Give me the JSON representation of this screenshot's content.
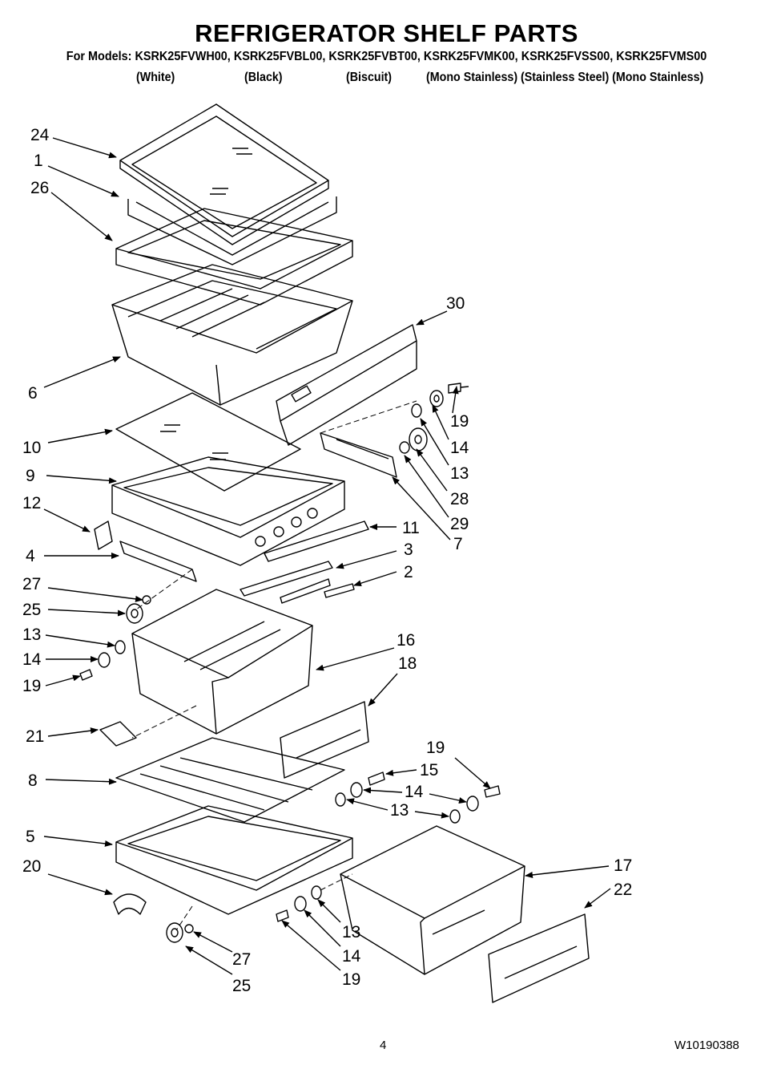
{
  "title": "REFRIGERATOR SHELF PARTS",
  "models_line": "For Models: KSRK25FVWH00, KSRK25FVBL00, KSRK25FVBT00, KSRK25FVMK00, KSRK25FVSS00, KSRK25FVMS00",
  "colors": [
    "(White)",
    "(Black)",
    "(Biscuit)",
    "(Mono Stainless) (Stainless Steel) (Mono Stainless)"
  ],
  "part_labels": [
    {
      "key": "p24",
      "text": "24"
    },
    {
      "key": "p1",
      "text": "1"
    },
    {
      "key": "p26",
      "text": "26"
    },
    {
      "key": "p30",
      "text": "30"
    },
    {
      "key": "p6",
      "text": "6"
    },
    {
      "key": "p19a",
      "text": "19"
    },
    {
      "key": "p14a",
      "text": "14"
    },
    {
      "key": "p13a",
      "text": "13"
    },
    {
      "key": "p28",
      "text": "28"
    },
    {
      "key": "p29",
      "text": "29"
    },
    {
      "key": "p7",
      "text": "7"
    },
    {
      "key": "p10",
      "text": "10"
    },
    {
      "key": "p9",
      "text": "9"
    },
    {
      "key": "p12",
      "text": "12"
    },
    {
      "key": "p11",
      "text": "11"
    },
    {
      "key": "p4",
      "text": "4"
    },
    {
      "key": "p3",
      "text": "3"
    },
    {
      "key": "p2",
      "text": "2"
    },
    {
      "key": "p27a",
      "text": "27"
    },
    {
      "key": "p25a",
      "text": "25"
    },
    {
      "key": "p13b",
      "text": "13"
    },
    {
      "key": "p14b",
      "text": "14"
    },
    {
      "key": "p19b",
      "text": "19"
    },
    {
      "key": "p16",
      "text": "16"
    },
    {
      "key": "p18",
      "text": "18"
    },
    {
      "key": "p21",
      "text": "21"
    },
    {
      "key": "p19c",
      "text": "19"
    },
    {
      "key": "p15",
      "text": "15"
    },
    {
      "key": "p8",
      "text": "8"
    },
    {
      "key": "p14c",
      "text": "14"
    },
    {
      "key": "p13c",
      "text": "13"
    },
    {
      "key": "p5",
      "text": "5"
    },
    {
      "key": "p17",
      "text": "17"
    },
    {
      "key": "p20",
      "text": "20"
    },
    {
      "key": "p22",
      "text": "22"
    },
    {
      "key": "p13d",
      "text": "13"
    },
    {
      "key": "p14d",
      "text": "14"
    },
    {
      "key": "p27b",
      "text": "27"
    },
    {
      "key": "p19d",
      "text": "19"
    },
    {
      "key": "p25b",
      "text": "25"
    }
  ],
  "page_number": "4",
  "document_number": "W10190388"
}
